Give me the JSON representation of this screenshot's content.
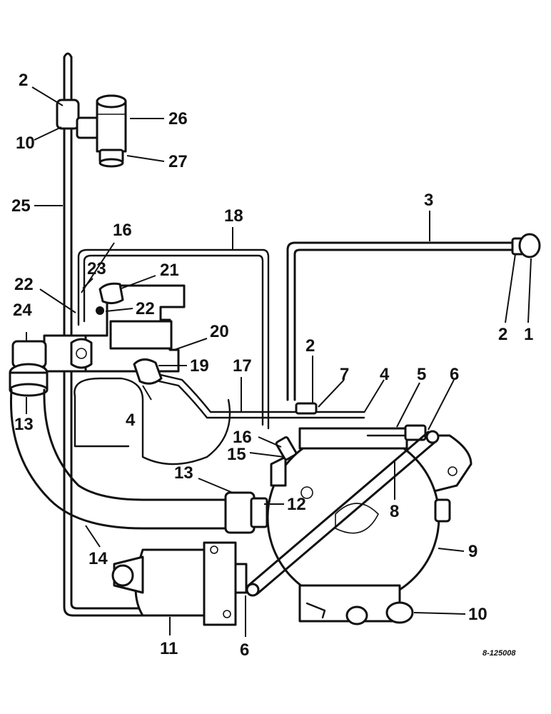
{
  "callouts": {
    "c2a": "2",
    "c10a": "10",
    "c26": "26",
    "c27": "27",
    "c25": "25",
    "c18": "18",
    "c3": "3",
    "c16a": "16",
    "c23": "23",
    "c21": "21",
    "c22a": "22",
    "c24": "24",
    "c22b": "22",
    "c20": "20",
    "c19": "19",
    "c17": "17",
    "c2b": "2",
    "c1": "1",
    "c2c": "2",
    "c7": "7",
    "c4a": "4",
    "c5": "5",
    "c6a": "6",
    "c13a": "13",
    "c4b": "4",
    "c16b": "16",
    "c15": "15",
    "c13b": "13",
    "c12": "12",
    "c8": "8",
    "c14": "14",
    "c9": "9",
    "c10b": "10",
    "c11": "11",
    "c6b": "6"
  },
  "drawing_code": "8-125008"
}
